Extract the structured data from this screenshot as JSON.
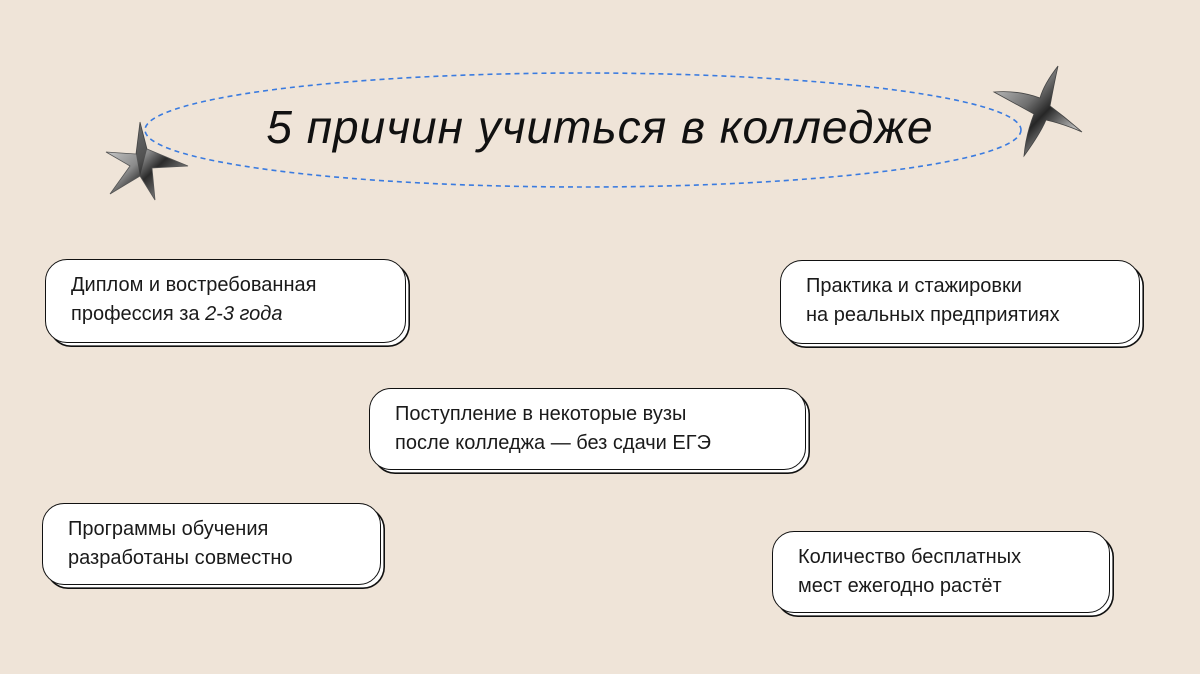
{
  "title": "5 причин учиться в колледже",
  "reasons": [
    {
      "line1": "Диплом и востребованная",
      "line2": "профессия за ",
      "line2_emph": "2-3 года"
    },
    {
      "line1": "Практика и стажировки",
      "line2": "на реальных предприятиях"
    },
    {
      "line1": "Поступление в некоторые вузы",
      "line2": "после колледжа —  без сдачи ЕГЭ"
    },
    {
      "line1": "Программы обучения",
      "line2": "разработаны совместно"
    },
    {
      "line1": "Количество бесплатных",
      "line2": "мест ежегодно растёт"
    }
  ],
  "colors": {
    "background": "#efe4d8",
    "ring": "#3a7be0",
    "card_border": "#111111"
  },
  "icons": [
    "star-icon-left",
    "star-icon-right"
  ]
}
